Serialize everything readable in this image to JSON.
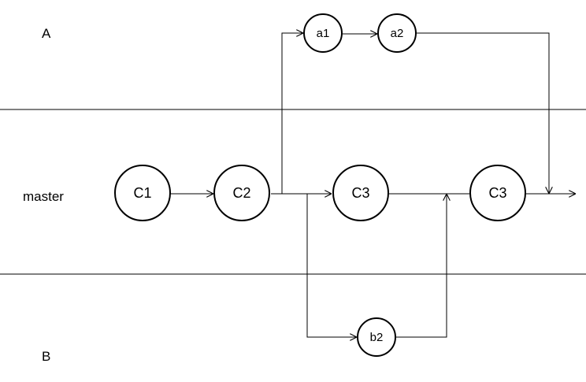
{
  "lanes": {
    "a": "A",
    "master": "master",
    "b": "B"
  },
  "nodes": {
    "c1": "C1",
    "c2": "C2",
    "c3_first": "C3",
    "c3_second": "C3",
    "a1": "a1",
    "a2": "a2",
    "b2": "b2"
  }
}
